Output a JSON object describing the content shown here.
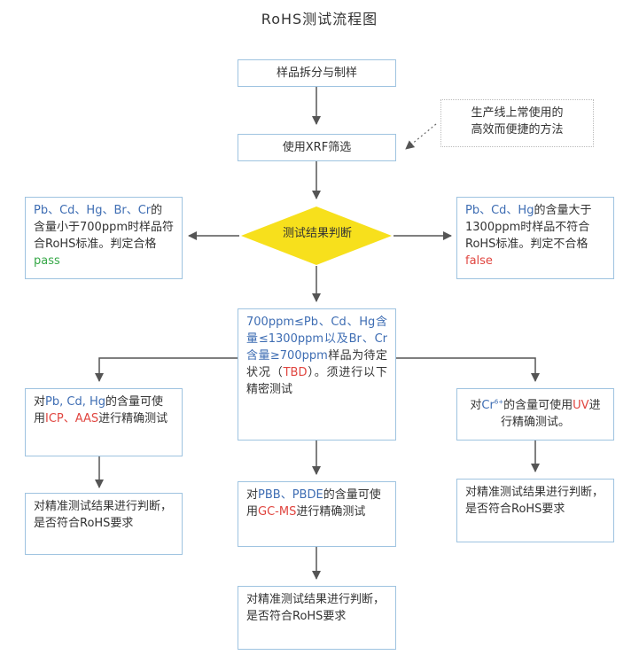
{
  "title": "RoHS测试流程图",
  "step1": "样品拆分与制样",
  "step2": "使用XRF筛选",
  "note": {
    "line1": "生产线上常使用的",
    "line2": "高效而便捷的方法"
  },
  "decision": "测试结果判断",
  "left_result": {
    "elements": "Pb、Cd、Hg、Br、Cr",
    "text": "的含量小于700ppm时样品符合RoHS标准。判定合格",
    "verdict": "pass"
  },
  "right_result": {
    "elements": "Pb、Cd、Hg",
    "text": "的含量大于1300ppm时样品不符合RoHS标准。判定不合格",
    "verdict": "false"
  },
  "pending": {
    "range": "700ppm≤Pb、Cd、Hg含量≤1300ppm以及Br、Cr含量≥700ppm",
    "text1": "样品为待定状况（",
    "tbd": "TBD",
    "text2": "）。须进行以下精密测试"
  },
  "branch_left": {
    "prefix": "对",
    "elements": "Pb, Cd, Hg",
    "mid": "的含量可使用",
    "methods": "ICP、AAS",
    "suffix": "进行精确测试"
  },
  "branch_center": {
    "prefix": "对",
    "elements": "PBB、PBDE",
    "mid": "的含量可使用",
    "methods": "GC-MS",
    "suffix": "进行精确测试"
  },
  "branch_right": {
    "prefix": "对",
    "element": "Cr",
    "sup": "6+",
    "mid": "的含量可使用",
    "methods": "UV",
    "suffix": "进行精确测试。"
  },
  "final": "对精准测试结果进行判断，是否符合RoHS要求",
  "colors": {
    "box_border": "#9ec3e0",
    "diamond": "#f7e01c",
    "arrow": "#555555",
    "element_blue": "#3e6db3",
    "pass_green": "#37a848",
    "false_red": "#e0453f"
  }
}
